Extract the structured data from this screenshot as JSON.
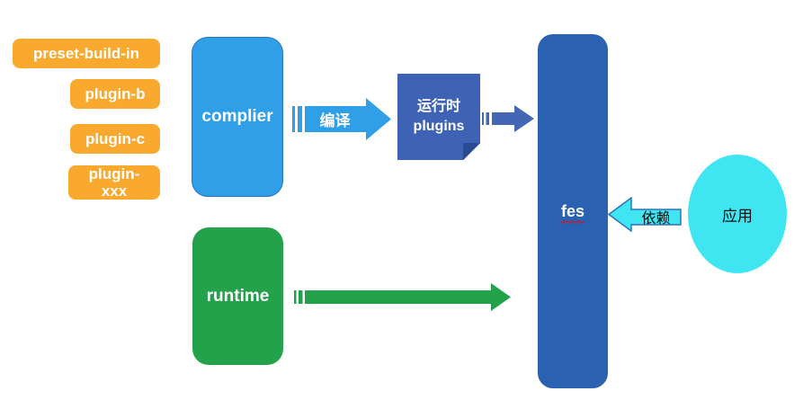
{
  "colors": {
    "plugin_orange": "#F8A92E",
    "compiler_sky_blue": "#2F9FE8",
    "compiler_border_blue": "#2776C6",
    "note_blue": "#3E63B4",
    "note_fold_blue": "#2A4A92",
    "note_to_fes_arrow_blue": "#4467B5",
    "fes_blue": "#2A61B0",
    "runtime_green": "#23A24B",
    "app_cyan": "#3FE5F0",
    "depend_arrow_border_blue": "#2E74B5"
  },
  "plugins": [
    {
      "label": "preset-build-in"
    },
    {
      "label": "plugin-b"
    },
    {
      "label": "plugin-c"
    },
    {
      "label": "plugin-xxx"
    }
  ],
  "compiler": {
    "label": "complier"
  },
  "compile_arrow": {
    "label": "编译"
  },
  "runtime_plugins_note": {
    "line1": "运行时",
    "line2": "plugins"
  },
  "fes": {
    "label": "fes"
  },
  "runtime": {
    "label": "runtime"
  },
  "depend_arrow": {
    "label": "依赖"
  },
  "app": {
    "label": "应用"
  }
}
